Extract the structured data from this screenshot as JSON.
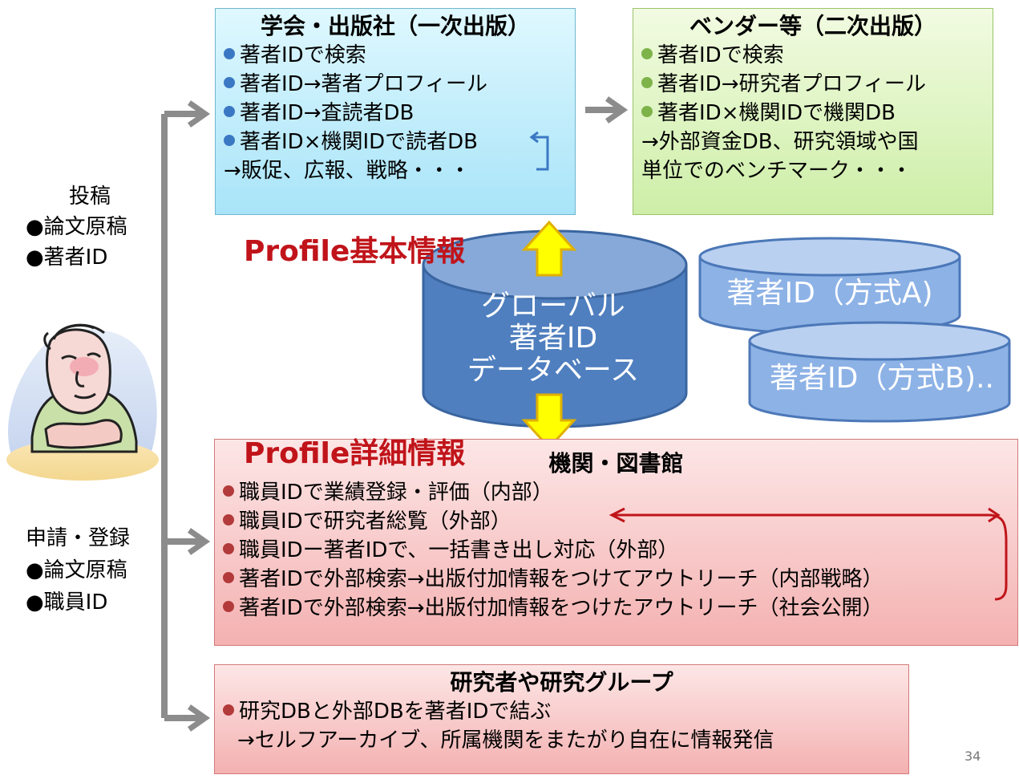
{
  "left": {
    "submit": {
      "title": "投稿",
      "items": [
        "●論文原稿",
        "●著者ID"
      ]
    },
    "apply": {
      "title": "申請・登録",
      "items": [
        "●論文原稿",
        "●職員ID"
      ]
    }
  },
  "publisher": {
    "title": "学会・出版社（一次出版）",
    "items": [
      "著者IDで検索",
      "著者ID→著者プロフィール",
      "著者ID→査読者DB",
      "著者ID×機関IDで読者DB"
    ],
    "tail": "→販促、広報、戦略・・・"
  },
  "vendor": {
    "title": "ベンダー等（二次出版）",
    "items": [
      "著者IDで検索",
      "著者ID→研究者プロフィール",
      "著者ID×機関IDで機関DB"
    ],
    "tail1": "→外部資金DB、研究領域や国",
    "tail2": "単位でのベンチマーク・・・"
  },
  "center": {
    "basic_label": "Profile基本情報",
    "detail_label": "Profile詳細情報",
    "global_db": [
      "グローバル",
      "著者ID",
      "データベース"
    ],
    "db_a": "著者ID（方式A)",
    "db_b": "著者ID（方式B).."
  },
  "institution": {
    "title": "機関・図書館",
    "items": [
      "職員IDで業績登録・評価（内部）",
      "職員IDで研究者総覧（外部）",
      "職員IDー著者IDで、一括書き出し対応（外部）",
      "著者IDで外部検索→出版付加情報をつけてアウトリーチ（内部戦略）",
      "著者IDで外部検索→出版付加情報をつけたアウトリーチ（社会公開）"
    ]
  },
  "researcher": {
    "title": "研究者や研究グループ",
    "items": [
      "研究DBと外部DBを著者IDで結ぶ"
    ],
    "tail": "→セルフアーカイブ、所属機関をまたがり自在に情報発信"
  },
  "page_number": "34",
  "colors": {
    "pub_bullet": "#3b78c4",
    "vendor_bullet": "#7eb34a",
    "inst_bullet": "#b23a3a",
    "red_label": "#c0141a",
    "db_blue": "#4f7fbf",
    "db_light": "#93b6e6",
    "arrow_gray": "#8c8c8c",
    "yellow_arrow": "#ffff00"
  }
}
